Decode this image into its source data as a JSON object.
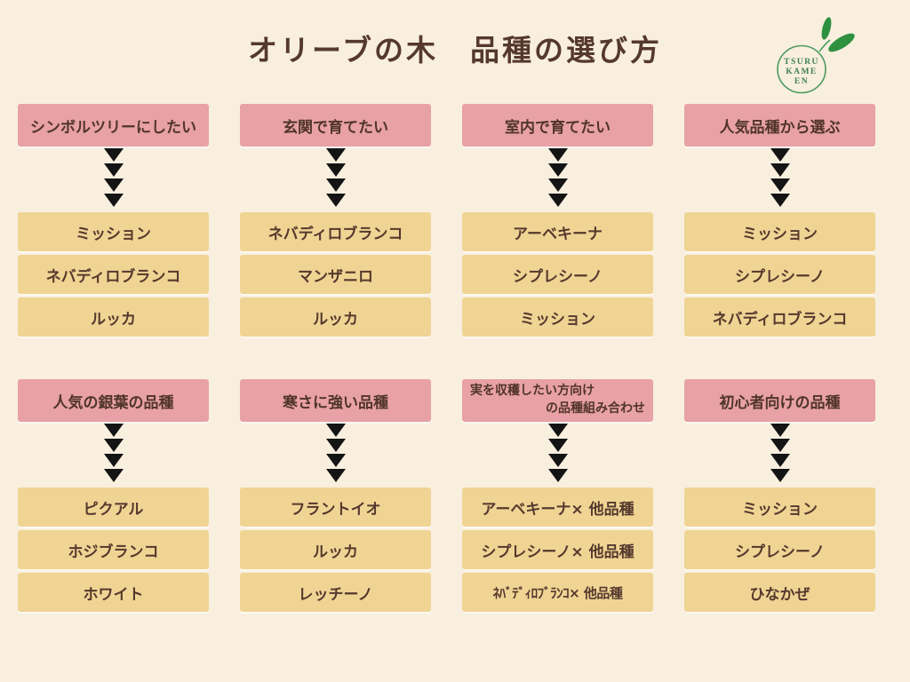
{
  "title": "オリーブの木　品種の選び方",
  "logo": {
    "line1": "TSURU",
    "line2": "KAME",
    "line3": "EN"
  },
  "colors": {
    "background": "#f8efdf",
    "header_pink": "#e8a1a6",
    "item_tan": "#f0d494",
    "text_brown": "#55392d",
    "arrow_black": "#141414",
    "logo_green": "#2e9140"
  },
  "sections": [
    {
      "header": "シンボルツリーにしたい",
      "items": [
        "ミッション",
        "ネバディロブランコ",
        "ルッカ"
      ]
    },
    {
      "header": "玄関で育てたい",
      "items": [
        "ネバディロブランコ",
        "マンザニロ",
        "ルッカ"
      ]
    },
    {
      "header": "室内で育てたい",
      "items": [
        "アーベキーナ",
        "シプレシーノ",
        "ミッション"
      ]
    },
    {
      "header": "人気品種から選ぶ",
      "items": [
        "ミッション",
        "シプレシーノ",
        "ネバディロブランコ"
      ]
    },
    {
      "header": "人気の銀葉の品種",
      "items": [
        "ピクアル",
        "ホジブランコ",
        "ホワイト"
      ]
    },
    {
      "header": "寒さに強い品種",
      "items": [
        "フラントイオ",
        "ルッカ",
        "レッチーノ"
      ]
    },
    {
      "header_line1": "実を収穫したい方向け",
      "header_line2": "の品種組み合わせ",
      "items": [
        "アーベキーナ× 他品種",
        "シプレシーノ× 他品種",
        "ﾈﾊﾞﾃﾞｨﾛﾌﾞﾗﾝｺ× 他品種"
      ]
    },
    {
      "header": "初心者向けの品種",
      "items": [
        "ミッション",
        "シプレシーノ",
        "ひなかぜ"
      ]
    }
  ]
}
